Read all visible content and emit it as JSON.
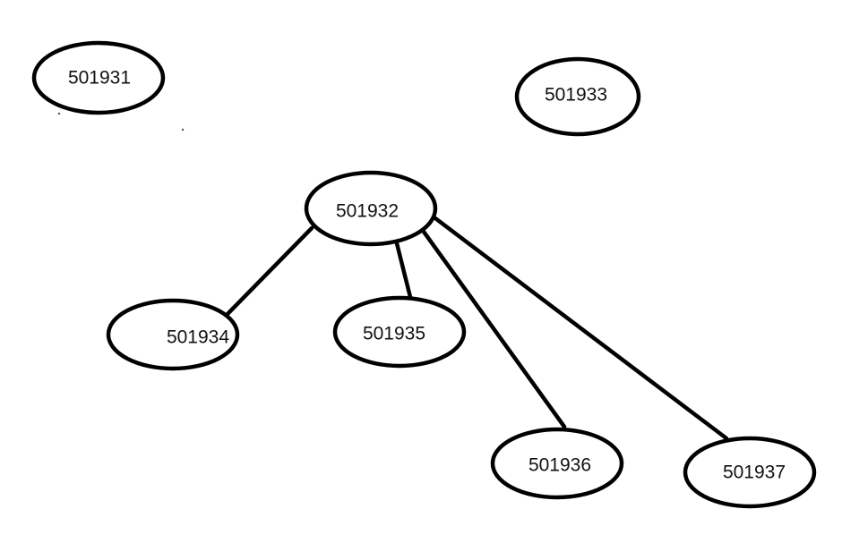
{
  "nodes": [
    {
      "id": "n501931",
      "label": "501931"
    },
    {
      "id": "n501933",
      "label": "501933"
    },
    {
      "id": "n501932",
      "label": "501932"
    },
    {
      "id": "n501934",
      "label": "501934"
    },
    {
      "id": "n501935",
      "label": "501935"
    },
    {
      "id": "n501936",
      "label": "501936"
    },
    {
      "id": "n501937",
      "label": "501937"
    }
  ],
  "edges": [
    {
      "from": "n501932",
      "to": "n501934"
    },
    {
      "from": "n501932",
      "to": "n501935"
    },
    {
      "from": "n501932",
      "to": "n501936"
    },
    {
      "from": "n501932",
      "to": "n501937"
    }
  ],
  "colors": {
    "stroke": "#000000",
    "background": "#ffffff",
    "text": "#111111"
  }
}
